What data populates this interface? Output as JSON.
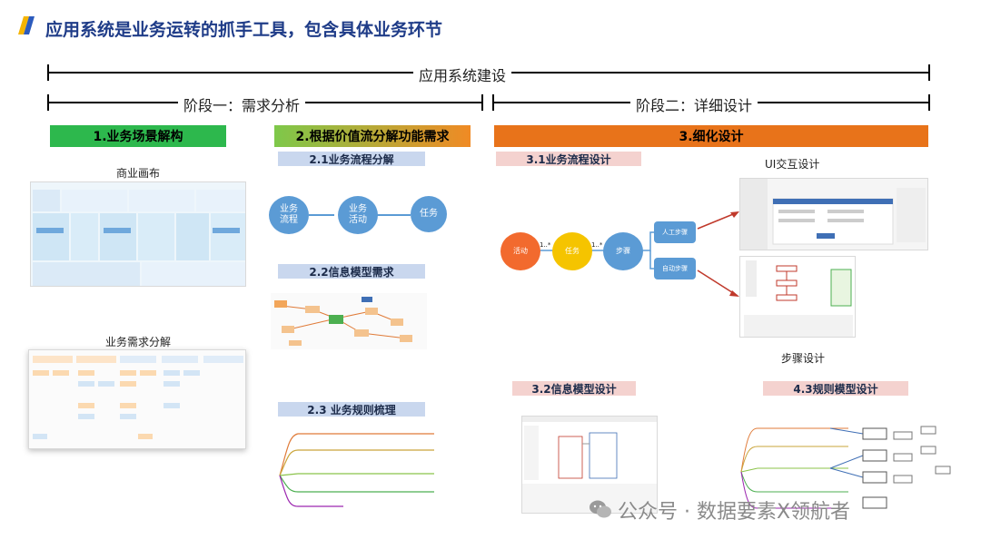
{
  "title": "应用系统是业务运转的抓手工具，包含具体业务环节",
  "timeline": {
    "overall": "应用系统建设",
    "phase1": "阶段一：需求分析",
    "phase2": "阶段二：详细设计"
  },
  "sections": {
    "s1": "1.业务场景解构",
    "s2": "2.根据价值流分解功能需求",
    "s3": "3.细化设计"
  },
  "subs": {
    "s21": "2.1业务流程分解",
    "s22": "2.2信息模型需求",
    "s23": "2.3 业务规则梳理",
    "s31": "3.1业务流程设计",
    "s32": "3.2信息模型设计",
    "s43": "4.3规则模型设计"
  },
  "captions": {
    "canvas": "商业画布",
    "decompose": "业务需求分解",
    "ui": "UI交互设计",
    "steps": "步骤设计"
  },
  "flow21": {
    "n1": "业务\n流程",
    "n2": "业务\n活动",
    "n3": "任务"
  },
  "flow31": {
    "n1": "活动",
    "n2": "任务",
    "n3": "步骤",
    "r1": "人工步骤",
    "r2": "自动步骤",
    "e1": "1..*",
    "e2": "1..*"
  },
  "watermark": "公众号 · 数据要素X领航者",
  "colors": {
    "title": "#1f3c88",
    "green": "#2db84d",
    "orange_grad": "#f08a24",
    "orange": "#e8731a",
    "blue_node": "#5b9bd5",
    "light_blue_bar": "#c9d7ee",
    "pink_bar": "#f4d2cf"
  }
}
